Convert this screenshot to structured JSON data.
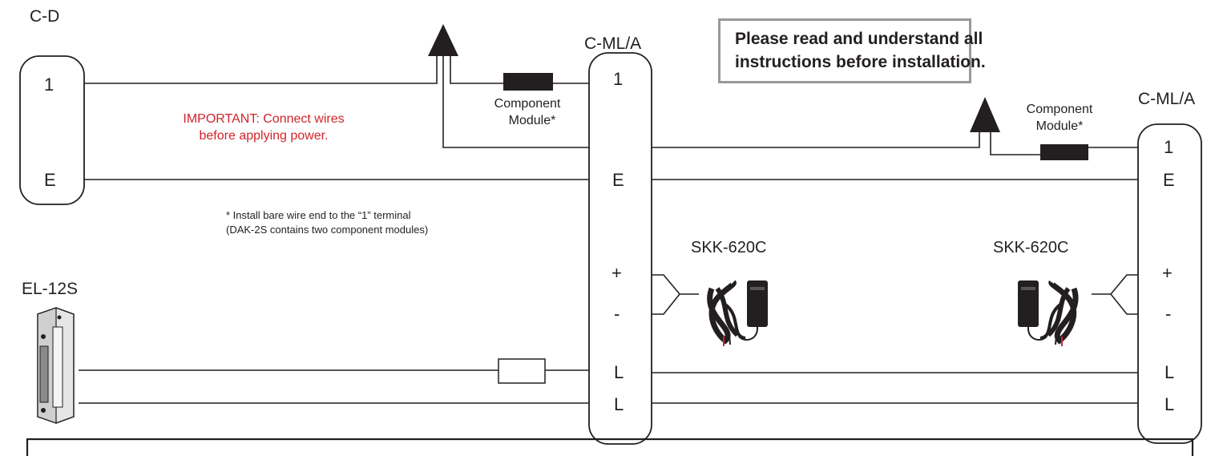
{
  "stations": {
    "c_d": {
      "title": "C-D",
      "terminals": [
        "1",
        "E"
      ]
    },
    "c_ml_a_1": {
      "title": "C-ML/A",
      "terminals": [
        "1",
        "E",
        "+",
        "-",
        "L",
        "L"
      ]
    },
    "c_ml_a_2": {
      "title": "C-ML/A",
      "terminals": [
        "1",
        "E",
        "+",
        "-",
        "L",
        "L"
      ]
    }
  },
  "notice": {
    "line1": "Please read and understand all",
    "line2": "instructions before installation."
  },
  "important": {
    "line1": "IMPORTANT:  Connect wires",
    "line2": "before applying power.",
    "color": "#d2232a"
  },
  "footnote": {
    "line1": "* Install bare wire end to the “1” terminal",
    "line2": "(DAK-2S contains two component modules)"
  },
  "component_module": {
    "line1": "Component",
    "line2": "Module*"
  },
  "power_supply": {
    "label_1": "SKK-620C",
    "label_2": "SKK-620C"
  },
  "door_strike": {
    "label": "EL-12S"
  },
  "colors": {
    "ink": "#231f20",
    "notice_border": "#999999",
    "important": "#d2232a"
  }
}
